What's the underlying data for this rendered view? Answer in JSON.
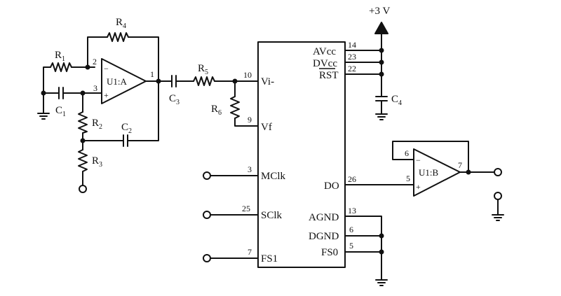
{
  "supply": {
    "label": "+3 V"
  },
  "components": {
    "r1": {
      "letter": "R",
      "sub": "1"
    },
    "r2": {
      "letter": "R",
      "sub": "2"
    },
    "r3": {
      "letter": "R",
      "sub": "3"
    },
    "r4": {
      "letter": "R",
      "sub": "4"
    },
    "r5": {
      "letter": "R",
      "sub": "5"
    },
    "r6": {
      "letter": "R",
      "sub": "6"
    },
    "c1": {
      "letter": "C",
      "sub": "1"
    },
    "c2": {
      "letter": "C",
      "sub": "2"
    },
    "c3": {
      "letter": "C",
      "sub": "3"
    },
    "c4": {
      "letter": "C",
      "sub": "4"
    },
    "u1a": {
      "label": "U1:A",
      "pin_inv": "2",
      "pin_noninv": "3",
      "pin_out": "1",
      "minus": "−",
      "plus": "+"
    },
    "u1b": {
      "label": "U1:B",
      "pin_inv": "6",
      "pin_noninv": "5",
      "pin_out": "7",
      "minus": "−",
      "plus": "+"
    }
  },
  "ic": {
    "pins": {
      "vi": {
        "num": "10",
        "name": "Vi-"
      },
      "vf": {
        "num": "9",
        "name": "Vf"
      },
      "mclk": {
        "num": "3",
        "name": "MClk"
      },
      "sclk": {
        "num": "25",
        "name": "SClk"
      },
      "fs1": {
        "num": "7",
        "name": "FS1"
      },
      "avcc": {
        "num": "14",
        "name": "AVcc"
      },
      "dvcc": {
        "num": "23",
        "name": "DVcc"
      },
      "rst": {
        "num": "22",
        "name": "RST"
      },
      "do": {
        "num": "26",
        "name": "DO"
      },
      "agnd": {
        "num": "13",
        "name": "AGND"
      },
      "dgnd": {
        "num": "6",
        "name": "DGND"
      },
      "fs0": {
        "num": "5",
        "name": "FS0"
      }
    }
  }
}
